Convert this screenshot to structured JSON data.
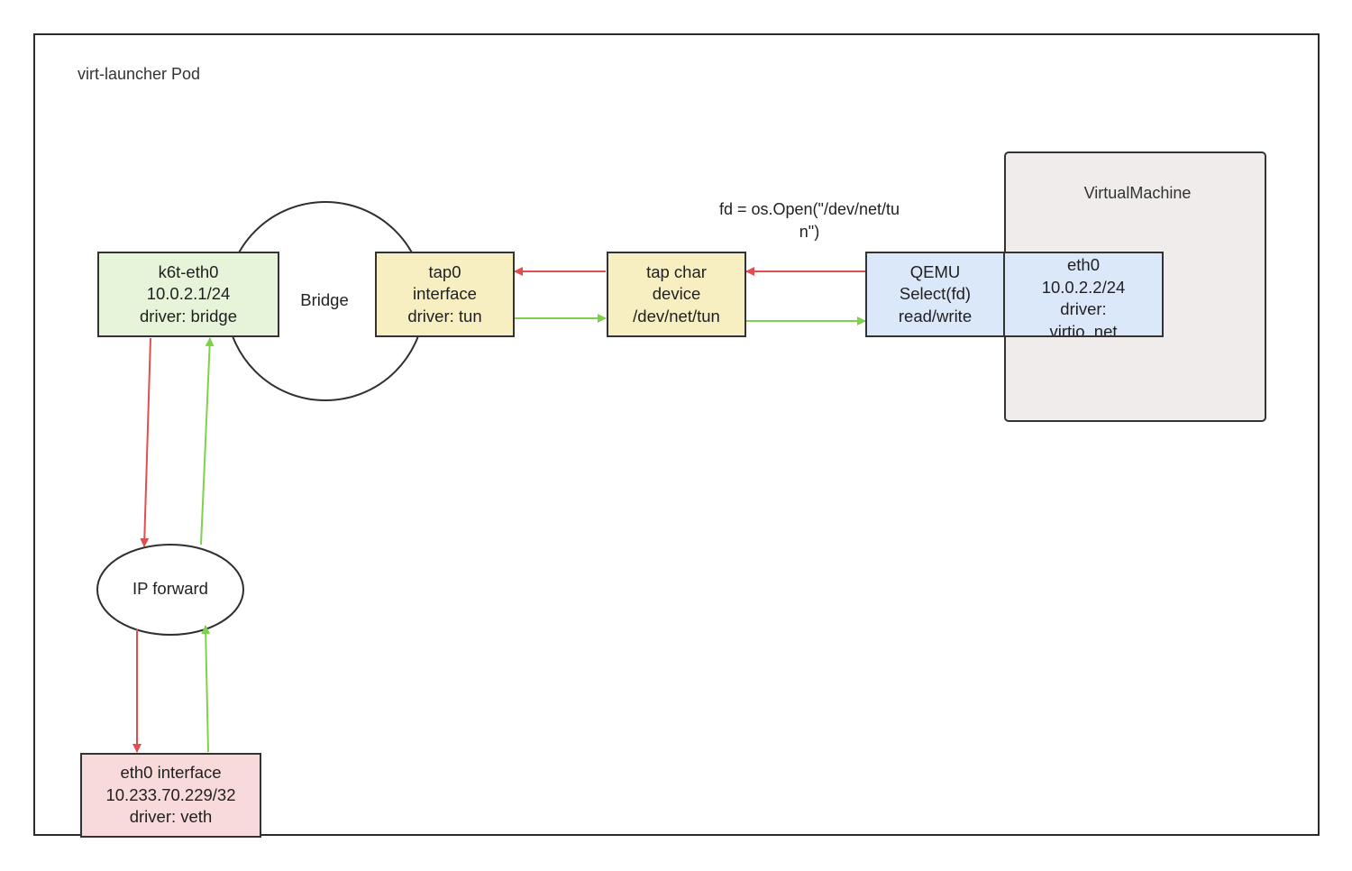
{
  "colors": {
    "frame_border": "#2b2b2b",
    "arrow_red": "#e34d4d",
    "arrow_green": "#7ed24a",
    "bridge_fill": "#e6f5da",
    "tun_fill": "#f7efc2",
    "qemu_fill": "#dbe8fa",
    "veth_fill": "#f9dada",
    "vm_fill": "#f0eceb"
  },
  "pod": {
    "label": "virt-launcher Pod"
  },
  "vm": {
    "label": "VirtualMachine"
  },
  "annotation": {
    "fd_line1": "fd = os.Open(\"/dev/net/tu",
    "fd_line2": "n\")"
  },
  "nodes": {
    "k6t": {
      "line1": "k6t-eth0",
      "line2": "10.0.2.1/24",
      "line3": "driver: bridge"
    },
    "bridge": {
      "label": "Bridge"
    },
    "tap0": {
      "line1": "tap0",
      "line2": "interface",
      "line3": "driver: tun"
    },
    "tapchar": {
      "line1": "tap char",
      "line2": "device",
      "line3": "/dev/net/tun"
    },
    "qemu": {
      "line1": "QEMU",
      "line2": "Select(fd)",
      "line3": "read/write"
    },
    "eth0vm": {
      "line1": "eth0",
      "line2": "10.0.2.2/24",
      "line3": "driver:",
      "line4": "virtio_net"
    },
    "ipforward": {
      "label": "IP forward"
    },
    "eth0": {
      "line1": "eth0 interface",
      "line2": "10.233.70.229/32",
      "line3": "driver: veth"
    }
  }
}
